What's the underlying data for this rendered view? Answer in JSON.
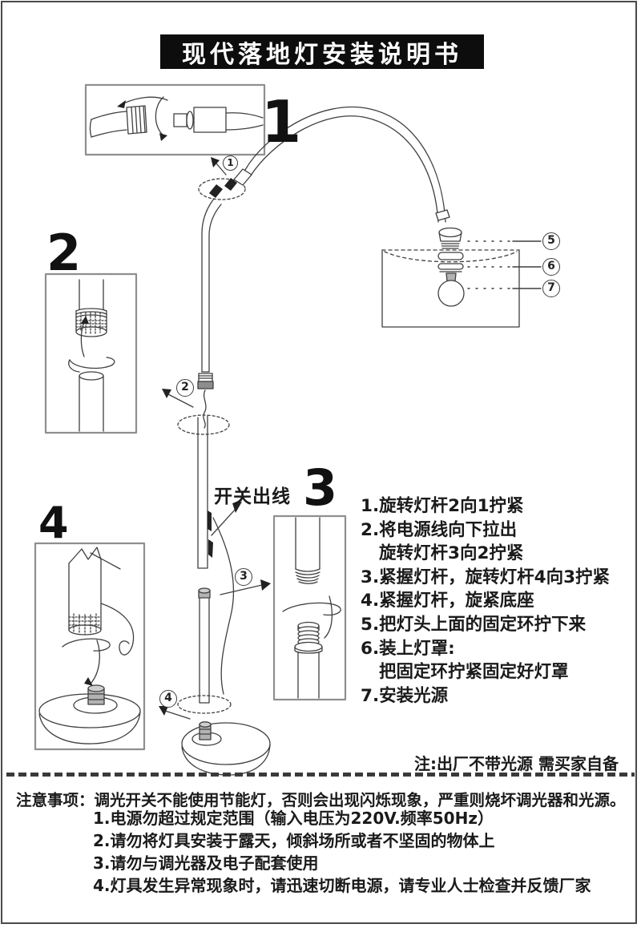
{
  "title": "现代落地灯安装说明书",
  "colors": {
    "line": "#3f3f3f",
    "title_bg": "#0d0d0d",
    "title_text": "#ffffff",
    "metal_fill": "#b3b3b3"
  },
  "diagram": {
    "switch_label": "开关出线",
    "step_numbers": [
      "1",
      "2",
      "3",
      "4"
    ],
    "callouts": [
      "1",
      "2",
      "3",
      "4",
      "5",
      "6",
      "7"
    ]
  },
  "instructions": [
    "1.旋转灯杆2向1拧紧",
    "2.将电源线向下拉出",
    "旋转灯杆3向2拧紧",
    "3.紧握灯杆，旋转灯杆4向3拧紧",
    "4.紧握灯杆，旋紧底座",
    "5.把灯头上面的固定环拧下来",
    "6.装上灯罩:",
    "把固定环拧紧固定好灯罩",
    "7.安装光源"
  ],
  "note": "注:出厂不带光源 需买家自备",
  "precautions": {
    "lead": "注意事项：调光开关不能使用节能灯，否则会出现闪烁现象，严重则烧坏调光器和光源。",
    "items": [
      "1.电源勿超过规定范围（输入电压为220V.频率50Hz）",
      "2.请勿将灯具安装于露天，倾斜场所或者不坚固的物体上",
      "3.请勿与调光器及电子配套使用",
      "4.灯具发生异常现象时，请迅速切断电源，请专业人士检查并反馈厂家"
    ]
  }
}
